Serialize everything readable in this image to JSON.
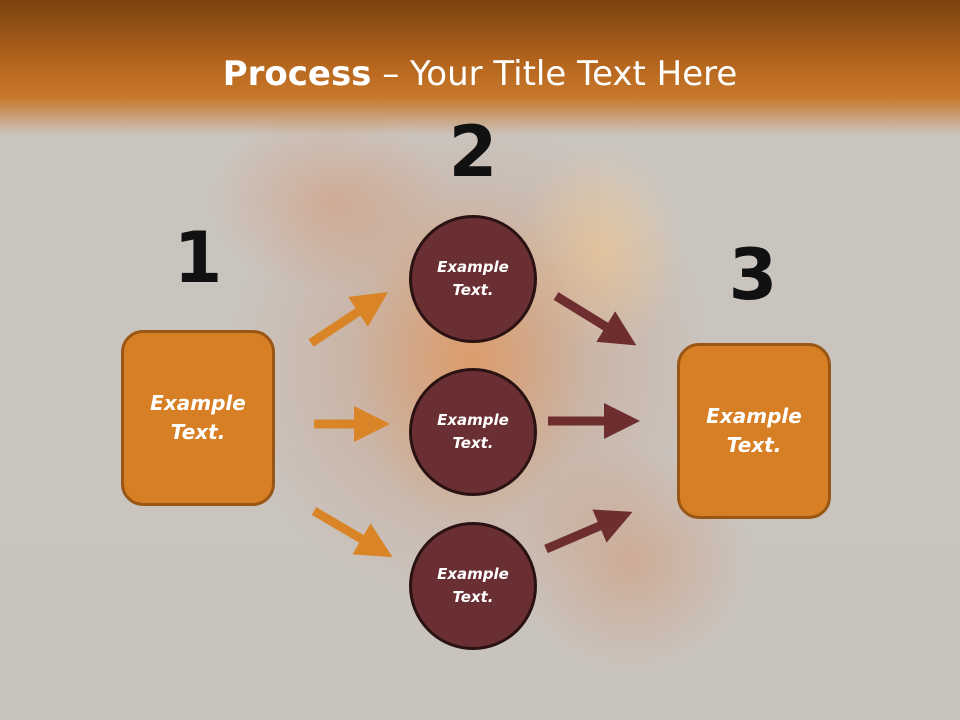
{
  "title": {
    "bold": "Process",
    "rest": " – Your Title Text Here"
  },
  "numbers": {
    "n1": "1",
    "n2": "2",
    "n3": "3"
  },
  "left_box": {
    "label": "Example\nText."
  },
  "circles": [
    {
      "label": "Example\nText."
    },
    {
      "label": "Example\nText."
    },
    {
      "label": "Example\nText."
    }
  ],
  "right_box": {
    "label": "Example\nText."
  },
  "colors": {
    "orange": "#d67f24",
    "maroon": "#6a2f32",
    "orange_arrow": "#d98527",
    "maroon_arrow": "#6e2e30"
  }
}
